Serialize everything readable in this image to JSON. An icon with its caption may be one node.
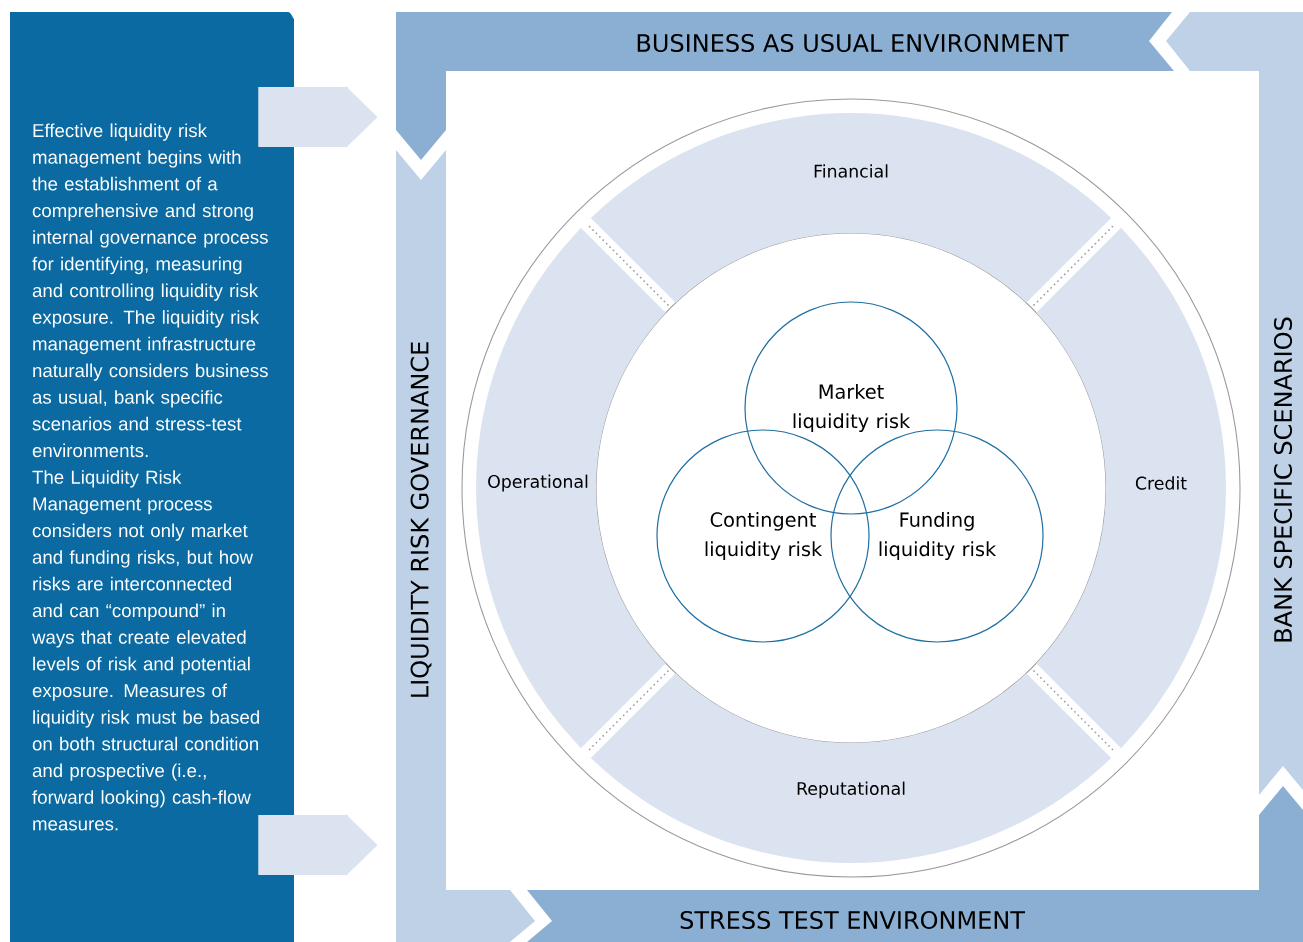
{
  "diagram": {
    "nodes": [
      {
        "text": [
          "Effective liquidity risk management begins with the establishment of a comprehensive and strong internal governance process for identifying, measuring and controlling liquidity risk exposure. The liquidity risk management infrastructure naturally considers business as usual, bank specific scenarios and stress-test environments.",
          "The Liquidity Risk Management process considers not only market and funding risks, but how risks are interconnected and can “compound” in ways that create elevated levels of risk and potential exposure. Measures of liquidity risk must be based on both structural condition and prospective (i.e., forward looking) cash-flow measures."
        ]
      },
      {
        "text": [
          "BUSINESS AS USUAL ENVIRONMENT"
        ]
      },
      {
        "text": [
          "LIQUIDITY RISK GOVERNANCE"
        ]
      },
      {
        "text": [
          "BANK SPECIFIC SCENARIOS"
        ]
      },
      {
        "text": [
          "STRESS TEST ENVIRONMENT"
        ]
      },
      {
        "text": [
          "Financial"
        ]
      },
      {
        "text": [
          "Operational"
        ]
      },
      {
        "text": [
          "Credit"
        ]
      },
      {
        "text": [
          "Reputational"
        ]
      },
      {
        "text": [
          "Market liquidity risk"
        ]
      },
      {
        "text": [
          "Contingent liquidity risk"
        ]
      },
      {
        "text": [
          "Funding liquidity risk"
        ]
      }
    ],
    "edges": [
      {
        "from": 0,
        "to": 2,
        "arrow": "to"
      },
      {
        "from": 0,
        "to": 2,
        "arrow": "to"
      }
    ]
  }
}
